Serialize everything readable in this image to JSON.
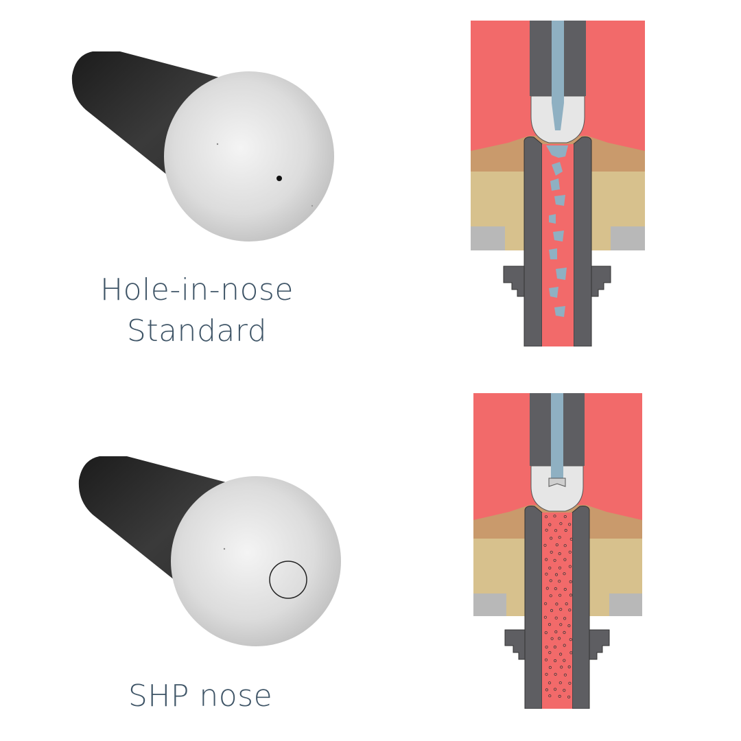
{
  "variants": [
    {
      "id": "hole-in-nose",
      "caption_lines": [
        "Hole-in-nose",
        "Standard"
      ],
      "nose_marker": "dot",
      "flow": "chunks"
    },
    {
      "id": "shp-nose",
      "caption_lines": [
        "SHP nose"
      ],
      "nose_marker": "circle",
      "flow": "fine"
    }
  ],
  "colors": {
    "mold_red": "#f26a6a",
    "gate_red": "#f26a6a",
    "steel_dark": "#5e5e62",
    "plastic_blue": "#8fb0c2",
    "tip_light": "#e6e6e6",
    "tan_dark": "#c99a6c",
    "tan_light": "#d7c18d",
    "plate_gray": "#b8b8b8",
    "caption_text": "#3e5466"
  }
}
